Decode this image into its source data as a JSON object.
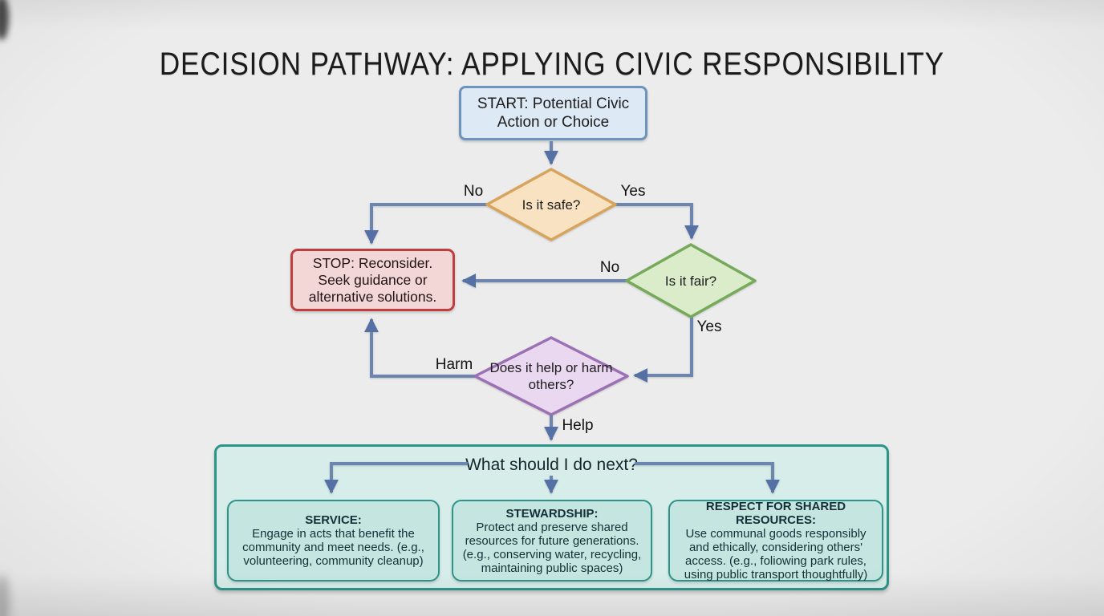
{
  "title": "DECISION PATHWAY: APPLYING CIVIC RESPONSIBILITY",
  "flow": {
    "start": {
      "label": "START: Potential Civic Action or Choice"
    },
    "safe": {
      "question": "Is it safe?",
      "no": "No",
      "yes": "Yes"
    },
    "stop": {
      "label": "STOP: Reconsider. Seek guidance or alternative solutions."
    },
    "fair": {
      "question": "Is it fair?",
      "no": "No",
      "yes": "Yes"
    },
    "impact": {
      "question": "Does it help or harm others?",
      "harm": "Harm",
      "help": "Help"
    },
    "next": {
      "question": "What should I do next?",
      "options": [
        {
          "title": "SERVICE:",
          "body": "Engage in acts that benefit the community and meet needs. (e.g., volunteering, community cleanup)"
        },
        {
          "title": "STEWARDSHIP:",
          "body": "Protect and preserve shared resources for future generations. (e.g., conserving water, recycling, maintaining public spaces)"
        },
        {
          "title": "RESPECT FOR SHARED RESOURCES:",
          "body": "Use communal goods responsibly and ethically, considering others' access. (e.g., foliowing park rules, using public transport thoughtfully)"
        }
      ]
    }
  },
  "colors": {
    "background": "#ebeceb",
    "connector_line": "#6d86b0",
    "arrowhead": "#5570a4",
    "start_fill": "#dde9f5",
    "start_border": "#6e93bd",
    "safe_fill": "#f9e2c1",
    "safe_border": "#d7a45e",
    "stop_fill": "#f3d6d6",
    "stop_border": "#c13e40",
    "fair_fill": "#dbeccb",
    "fair_border": "#76aa5a",
    "impact_fill": "#ead8f1",
    "impact_border": "#9c70b4",
    "container_fill": "#d7ede9",
    "container_border": "#2d948a",
    "option_fill": "#c5e6e0",
    "option_border": "#2d948a"
  }
}
